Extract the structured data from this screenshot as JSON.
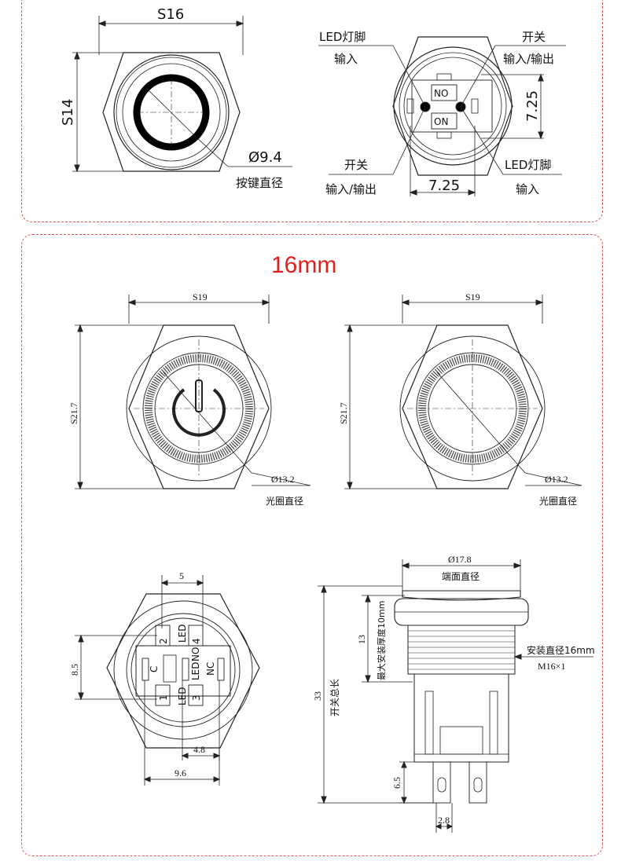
{
  "top": {
    "left_view": {
      "width_label": "S16",
      "height_label": "S14",
      "diameter_label": "Ø9.4",
      "diameter_caption": "按键直径"
    },
    "right_view": {
      "led_top_label": "LED灯脚",
      "led_top_sub": "输入",
      "switch_top_label": "开关",
      "switch_top_sub": "输入/输出",
      "switch_bottom_label": "开关",
      "switch_bottom_sub": "输入/输出",
      "led_bottom_label": "LED灯脚",
      "led_bottom_sub": "输入",
      "pin_no": "NO",
      "pin_on": "ON",
      "dim_vertical": "7.25",
      "dim_horizontal": "7.25"
    }
  },
  "bottom": {
    "title": "16mm",
    "front_power": {
      "width_label": "S19",
      "height_label": "S21.7",
      "diameter_label": "Ø13.2",
      "caption": "光圈直径"
    },
    "front_ring": {
      "width_label": "S19",
      "height_label": "S21.7",
      "diameter_label": "Ø13.2",
      "caption": "光圈直径"
    },
    "rear_view": {
      "dim_top": "5",
      "dim_left": "8.5",
      "dim_mid": "4.8",
      "dim_bottom": "9.6",
      "pins": [
        "2",
        "LED",
        "4",
        "C",
        "LED",
        "NO",
        "NC",
        "1",
        "LED",
        "3"
      ]
    },
    "side_view": {
      "top_diameter": "Ø17.8",
      "top_caption": "端面直径",
      "thickness_value": "13",
      "thickness_caption": "最大安装厚度10mm",
      "total_value": "33",
      "total_caption": "开关总长",
      "mount_caption": "安装直径16mm",
      "thread": "M16×1",
      "pin_length": "6.5",
      "pin_spacing": "2.8"
    }
  }
}
